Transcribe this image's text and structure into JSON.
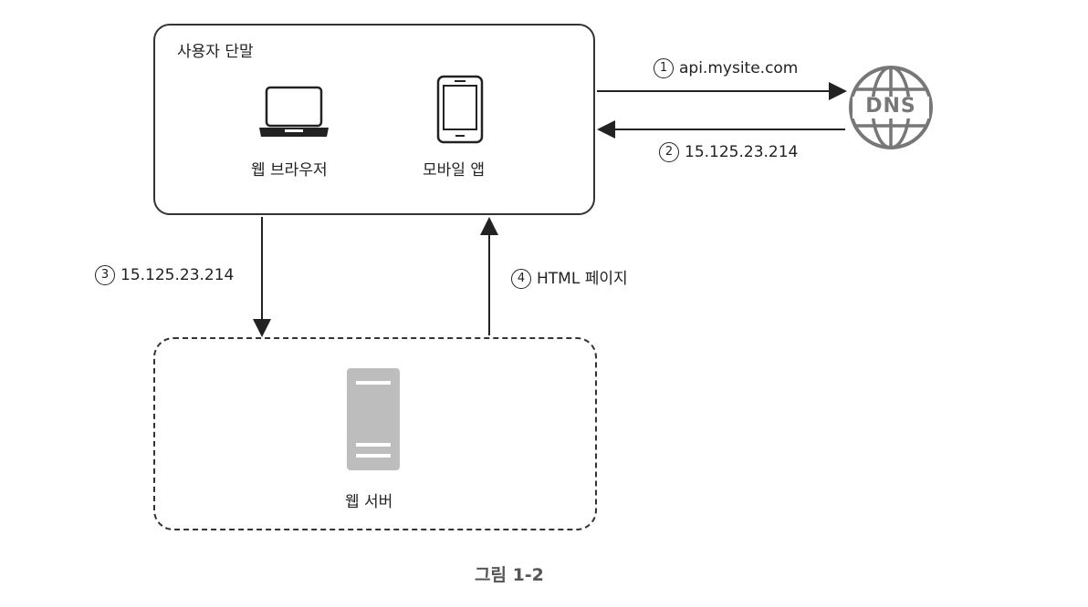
{
  "client": {
    "title": "사용자 단말",
    "browser_label": "웹 브라우저",
    "mobile_label": "모바일 앱"
  },
  "server": {
    "label": "웹 서버"
  },
  "dns": {
    "label": "DNS"
  },
  "steps": [
    {
      "num": "1",
      "text": "api.mysite.com"
    },
    {
      "num": "2",
      "text": "15.125.23.214"
    },
    {
      "num": "3",
      "text": "15.125.23.214"
    },
    {
      "num": "4",
      "text": "HTML 페이지"
    }
  ],
  "caption": "그림 1-2"
}
